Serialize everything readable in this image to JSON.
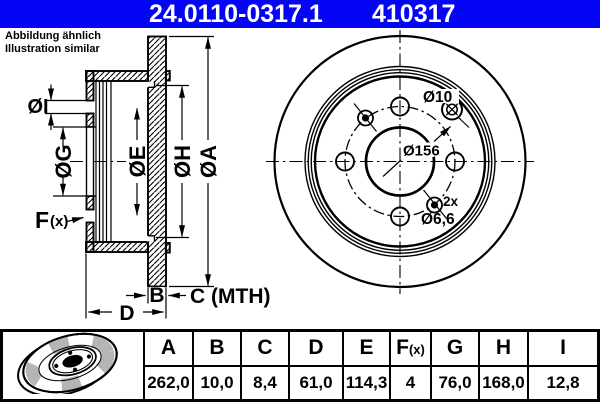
{
  "header": {
    "catalog_number": "24.0110-0317.1",
    "article_number": "410317"
  },
  "note": {
    "line1": "Abbildung ähnlich",
    "line2": "Illustration similar"
  },
  "drawing": {
    "section_labels": {
      "dia_i": "ØI",
      "dia_g": "ØG",
      "dia_e": "ØE",
      "dia_h": "ØH",
      "dia_a": "ØA",
      "f_main": "F",
      "f_sub": "(x)",
      "b": "B",
      "c_mth": "C (MTH)",
      "d": "D"
    },
    "front_labels": {
      "hole_dia": "Ø10",
      "pitch_circle_dia": "Ø156",
      "hole_count": "2x",
      "small_hole_dia": "Ø6,6"
    }
  },
  "table": {
    "columns": [
      {
        "main": "A",
        "sub": ""
      },
      {
        "main": "B",
        "sub": ""
      },
      {
        "main": "C",
        "sub": ""
      },
      {
        "main": "D",
        "sub": ""
      },
      {
        "main": "E",
        "sub": ""
      },
      {
        "main": "F",
        "sub": "(x)"
      },
      {
        "main": "G",
        "sub": ""
      },
      {
        "main": "H",
        "sub": ""
      },
      {
        "main": "I",
        "sub": ""
      }
    ],
    "values": [
      "262,0",
      "10,0",
      "8,4",
      "61,0",
      "114,3",
      "4",
      "76,0",
      "168,0",
      "12,8"
    ]
  },
  "icons": {
    "table_icon": "brake-disc-icon"
  },
  "colors": {
    "accent_blue": "#0505f5",
    "line_black": "#000000",
    "shade_gray": "#b5b5b5"
  }
}
